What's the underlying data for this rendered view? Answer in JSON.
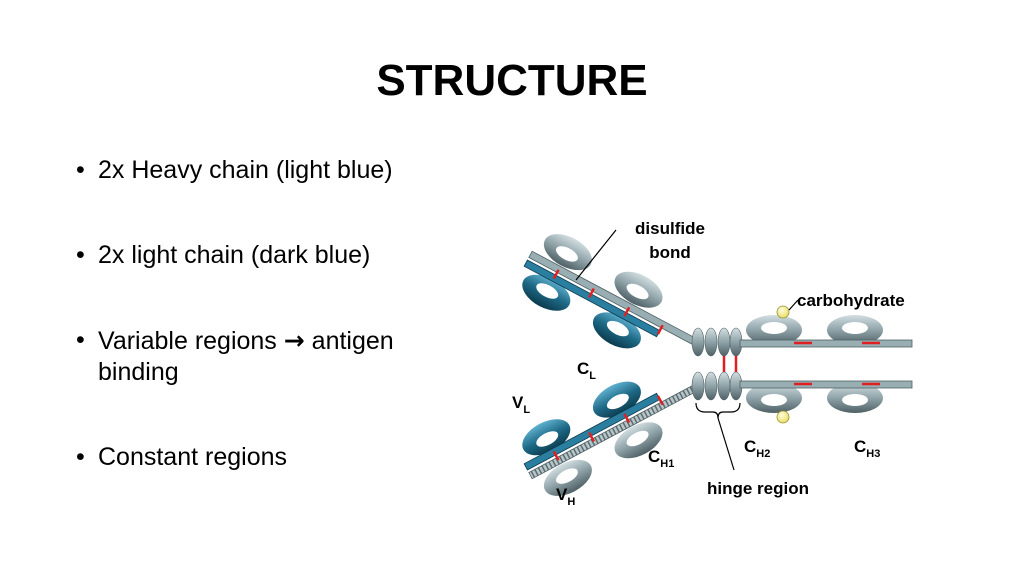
{
  "title": "STRUCTURE",
  "bullets": [
    {
      "text": "2x Heavy chain (light blue)"
    },
    {
      "text": "2x light chain (dark blue)"
    },
    {
      "text_before": "Variable regions",
      "arrow": "→",
      "text_after": "antigen",
      "text_line2": "binding"
    },
    {
      "text": "Constant regions"
    }
  ],
  "diagram": {
    "labels": {
      "disulfide_line1": "disulfide",
      "disulfide_line2": "bond",
      "carbohydrate": "carbohydrate",
      "cl": {
        "base": "C",
        "sub": "L"
      },
      "vl": {
        "base": "V",
        "sub": "L"
      },
      "vh": {
        "base": "V",
        "sub": "H"
      },
      "ch1": {
        "base": "C",
        "sub": "H1"
      },
      "ch2": {
        "base": "C",
        "sub": "H2"
      },
      "ch3": {
        "base": "C",
        "sub": "H3"
      },
      "hinge": "hinge region"
    },
    "colors": {
      "heavy_chain": "#8fa3a8",
      "light_chain": "#1e6a87",
      "disulfide": "#e02020",
      "carbohydrate": "#f4f08a"
    }
  }
}
